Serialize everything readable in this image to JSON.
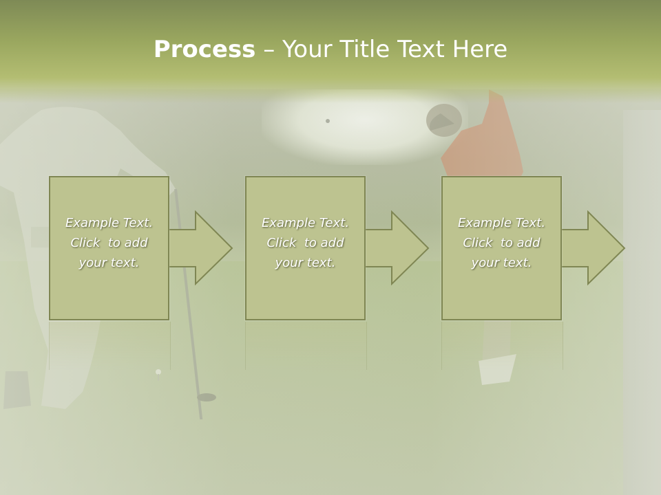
{
  "slide": {
    "title_bold": "Process",
    "title_rest": " – Your Title Text Here"
  },
  "steps": [
    {
      "line1": "Example Text.",
      "line2": "Click  to add",
      "line3": "your text."
    },
    {
      "line1": "Example Text.",
      "line2": "Click  to add",
      "line3": "your text."
    },
    {
      "line1": "Example Text.",
      "line2": "Click  to add",
      "line3": "your text."
    }
  ],
  "colors": {
    "title_band": "#9aa75f",
    "box_fill": "#bdc390",
    "box_border": "#7f8653",
    "text": "#ffffff"
  }
}
